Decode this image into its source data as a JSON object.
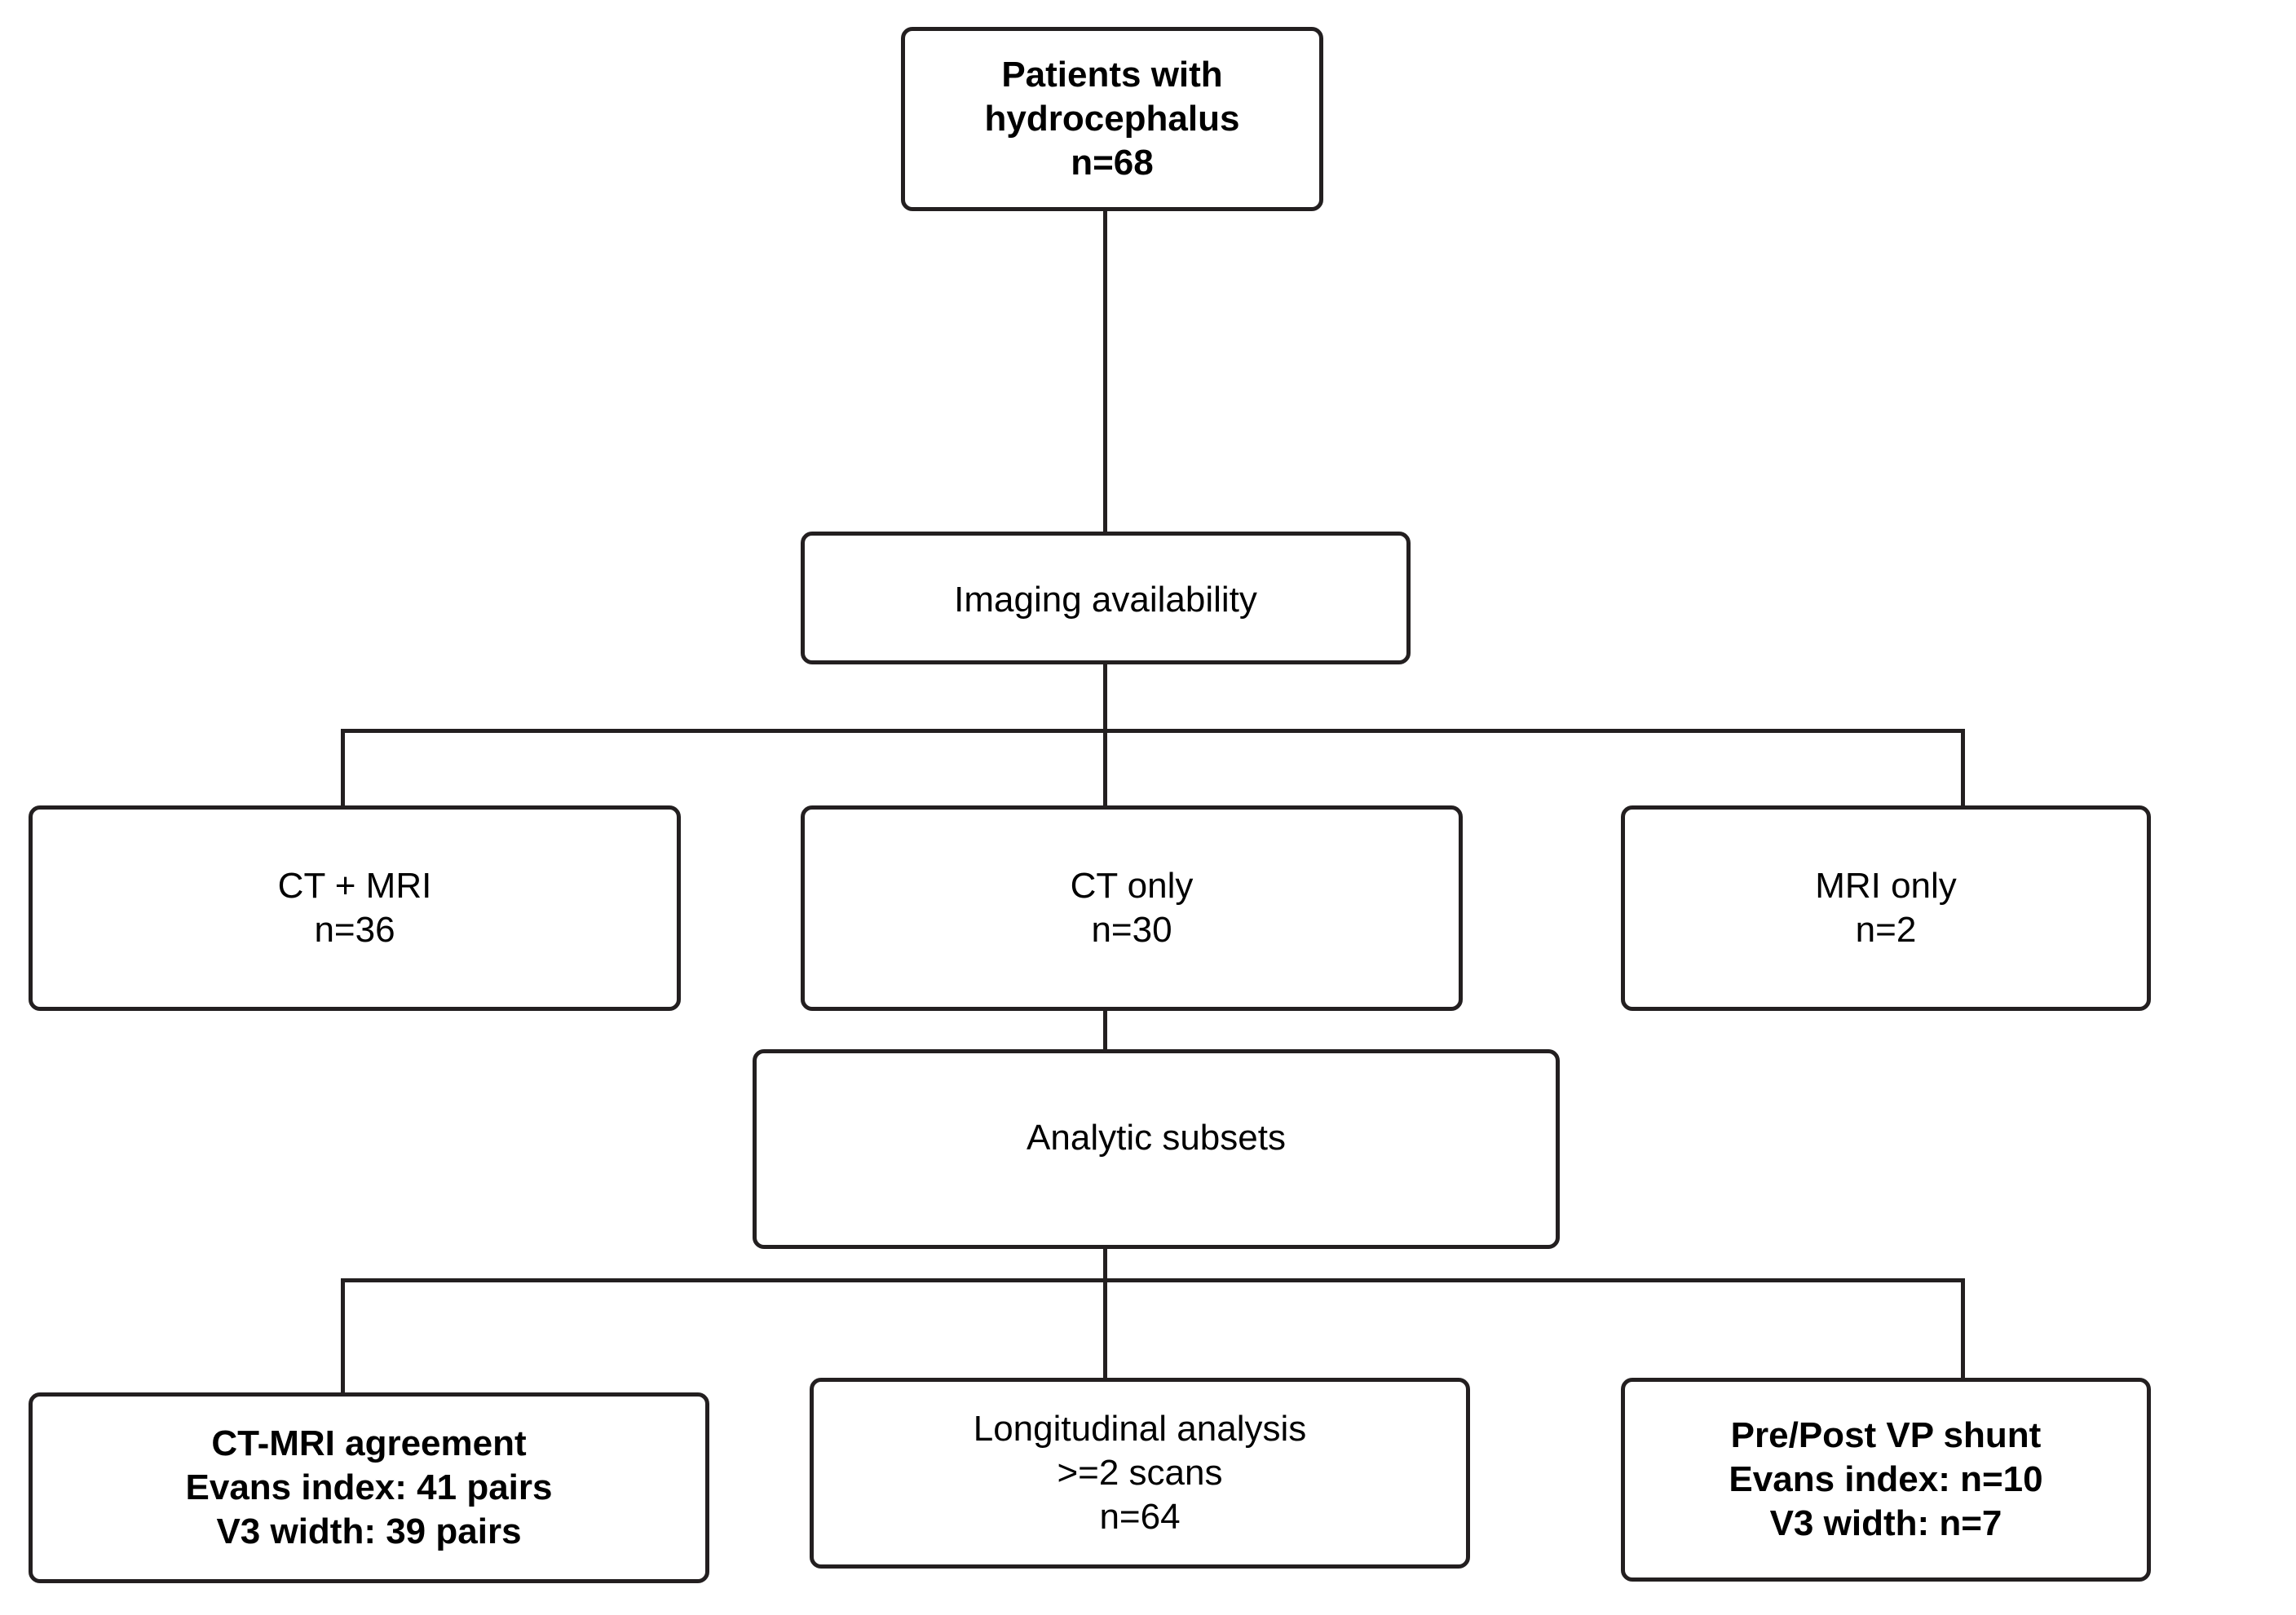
{
  "diagram": {
    "title": "Patient imaging availability and analytic subsets flowchart",
    "type": "flowchart",
    "stroke_color": "#231f20",
    "fill_color": "#ffffff",
    "nodes": {
      "root": {
        "lines": [
          "Patients with",
          "hydrocephalus",
          "n=68"
        ]
      },
      "imaging": {
        "lines": [
          "Imaging availability"
        ]
      },
      "ct_mri": {
        "lines": [
          "CT + MRI",
          "n=36"
        ]
      },
      "ct_only": {
        "lines": [
          "CT only",
          "n=30"
        ]
      },
      "mri_only": {
        "lines": [
          "MRI only",
          "n=2"
        ]
      },
      "subsets": {
        "lines": [
          "Analytic subsets"
        ]
      },
      "agreement": {
        "lines": [
          "CT-MRI agreement",
          "Evans index: 41 pairs",
          "V3 width: 39 pairs"
        ]
      },
      "longitudinal": {
        "lines": [
          "Longitudinal analysis",
          ">=2 scans",
          "n=64"
        ]
      },
      "shunt": {
        "lines": [
          "Pre/Post VP shunt",
          "Evans index: n=10",
          "V3 width: n=7"
        ]
      }
    },
    "edges": [
      {
        "from": "root",
        "to": "imaging"
      },
      {
        "from": "imaging",
        "to": "ct_mri"
      },
      {
        "from": "imaging",
        "to": "ct_only"
      },
      {
        "from": "imaging",
        "to": "mri_only"
      },
      {
        "from": "ct_only",
        "to": "subsets"
      },
      {
        "from": "subsets",
        "to": "agreement"
      },
      {
        "from": "subsets",
        "to": "longitudinal"
      },
      {
        "from": "subsets",
        "to": "shunt"
      }
    ]
  }
}
